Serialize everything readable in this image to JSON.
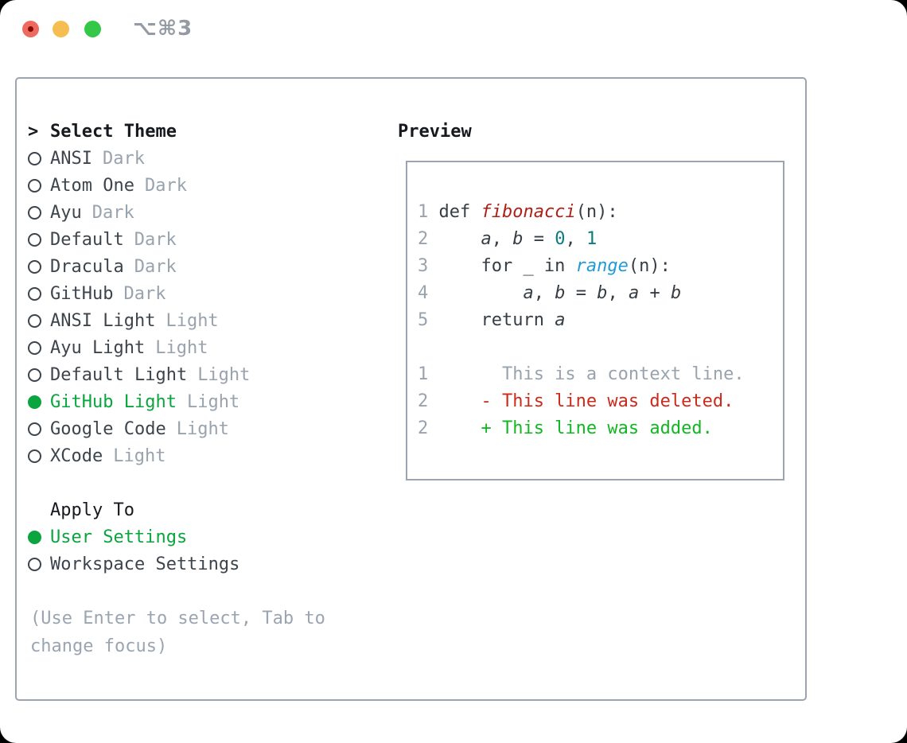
{
  "window": {
    "title": "⌥⌘3"
  },
  "traffic_lights": [
    {
      "name": "close",
      "color": "#ee6a5e",
      "dot_color": "#840b02"
    },
    {
      "name": "minimize",
      "color": "#f6be50"
    },
    {
      "name": "zoom",
      "color": "#35c748"
    }
  ],
  "theme_picker": {
    "cursor": ">",
    "title": "Select Theme",
    "items": [
      {
        "name": "ANSI",
        "variant": "Dark",
        "selected": false
      },
      {
        "name": "Atom One",
        "variant": "Dark",
        "selected": false
      },
      {
        "name": "Ayu",
        "variant": "Dark",
        "selected": false
      },
      {
        "name": "Default",
        "variant": "Dark",
        "selected": false
      },
      {
        "name": "Dracula",
        "variant": "Dark",
        "selected": false
      },
      {
        "name": "GitHub",
        "variant": "Dark",
        "selected": false
      },
      {
        "name": "ANSI Light",
        "variant": "Light",
        "selected": false
      },
      {
        "name": "Ayu Light",
        "variant": "Light",
        "selected": false
      },
      {
        "name": "Default Light",
        "variant": "Light",
        "selected": false
      },
      {
        "name": "GitHub Light",
        "variant": "Light",
        "selected": true
      },
      {
        "name": "Google Code",
        "variant": "Light",
        "selected": false
      },
      {
        "name": "XCode",
        "variant": "Light",
        "selected": false
      }
    ]
  },
  "apply_to": {
    "title": "Apply To",
    "options": [
      {
        "label": "User Settings",
        "selected": true
      },
      {
        "label": "Workspace Settings",
        "selected": false
      }
    ]
  },
  "hint": "(Use Enter to select, Tab to change focus)",
  "preview": {
    "title": "Preview",
    "lines": [
      {
        "num": "1",
        "segs": [
          [
            "def ",
            "p"
          ],
          [
            "fibonacci",
            "fn"
          ],
          [
            "(n):",
            "p"
          ]
        ]
      },
      {
        "num": "2",
        "segs": [
          [
            "    ",
            "p"
          ],
          [
            "a",
            "v"
          ],
          [
            ", ",
            "p"
          ],
          [
            "b",
            "v"
          ],
          [
            " = ",
            "p"
          ],
          [
            "0",
            "n"
          ],
          [
            ", ",
            "p"
          ],
          [
            "1",
            "n"
          ]
        ]
      },
      {
        "num": "3",
        "segs": [
          [
            "    for _ in ",
            "p"
          ],
          [
            "range",
            "b"
          ],
          [
            "(n):",
            "p"
          ]
        ]
      },
      {
        "num": "4",
        "segs": [
          [
            "        ",
            "p"
          ],
          [
            "a",
            "v"
          ],
          [
            ", ",
            "p"
          ],
          [
            "b",
            "v"
          ],
          [
            " = ",
            "p"
          ],
          [
            "b",
            "v"
          ],
          [
            ", ",
            "p"
          ],
          [
            "a",
            "v"
          ],
          [
            " + ",
            "p"
          ],
          [
            "b",
            "v"
          ]
        ]
      },
      {
        "num": "5",
        "segs": [
          [
            "    return ",
            "p"
          ],
          [
            "a",
            "v"
          ]
        ]
      },
      {
        "num": "",
        "segs": []
      },
      {
        "num": "1",
        "segs": [
          [
            "      This is a context line.",
            "ctx"
          ]
        ]
      },
      {
        "num": "2",
        "segs": [
          [
            "    ",
            "p"
          ],
          [
            "- This line was deleted.",
            "del"
          ]
        ]
      },
      {
        "num": "2",
        "segs": [
          [
            "    ",
            "p"
          ],
          [
            "+ This line was added.",
            "add"
          ]
        ]
      }
    ]
  },
  "colors": {
    "selection_green": "#0aa53f",
    "added_green": "#12b723",
    "deleted_red": "#cb2b1b",
    "function_red": "#b01f17",
    "number_teal": "#0a7c80",
    "builtin_blue": "#1f9bd8",
    "muted_gray": "#99a3ae",
    "border_gray": "#9aa5b1",
    "text_dark": "#363d45"
  }
}
